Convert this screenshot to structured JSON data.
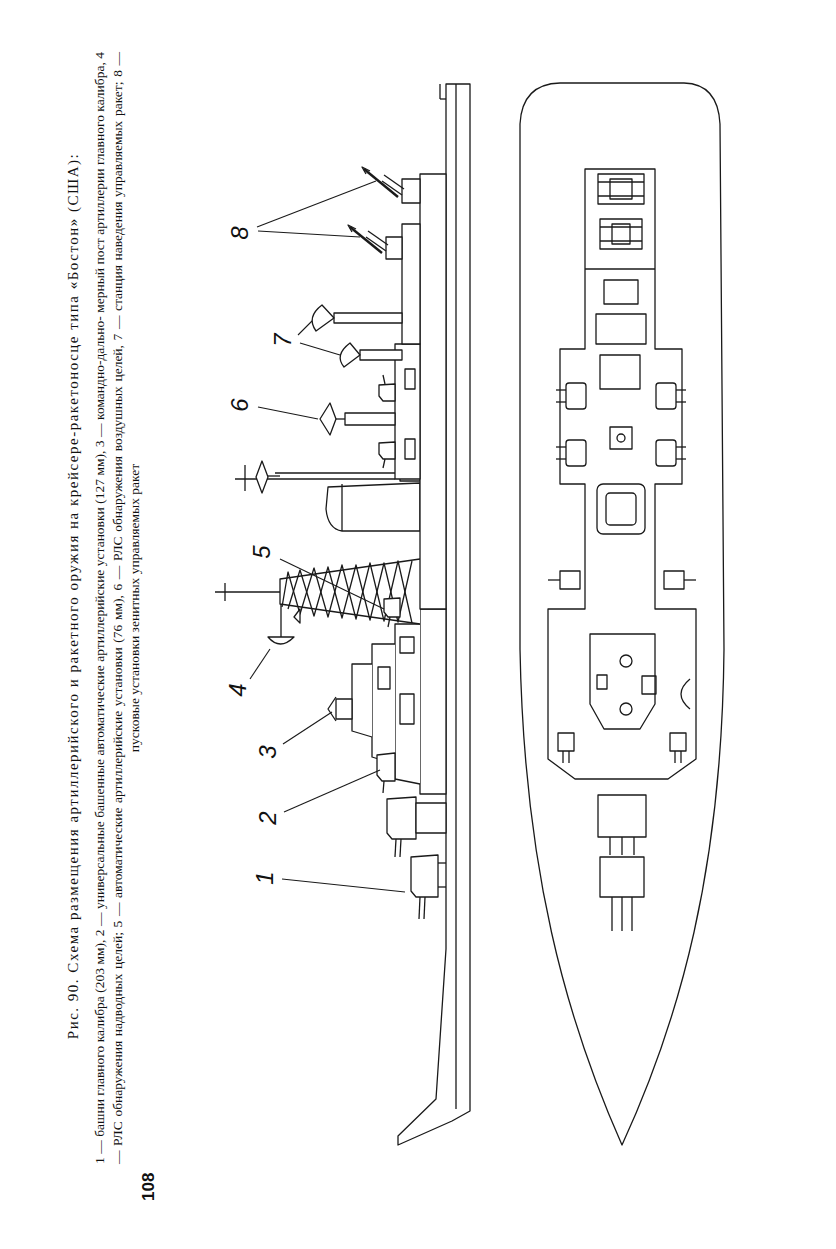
{
  "diagram": {
    "caption": "Рис. 90. Схема размещения артиллерийского и ракетного оружия на крейсере-ракетоносце типа «Бостон» (США):",
    "labels": [
      "108",
      "1",
      "2",
      "3",
      "4",
      "5",
      "6",
      "7",
      "8",
      "1 — башни главного калибра (203 мм), 2 — универсальные башенные автоматические артиллерийские установки (127 мм), 3 — командно-дально- мерный пост артиллерии главного калибра, 4 — РЛС обнаружения надводных целей; 5 — автоматические артиллерийские установки (76 мм), 6 — РЛС обнаружения воздушных целей, 7 — станция наведения управляемых ракет; 8 — пусковые установки зенитных управляемых ракет"
    ]
  }
}
